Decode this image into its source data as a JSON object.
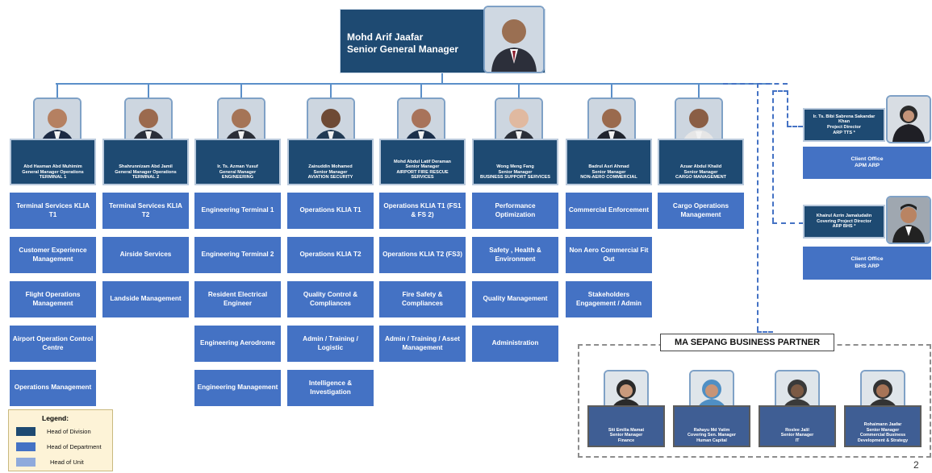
{
  "top": {
    "line1": "Mohd Arif Jaafar",
    "line2": "Senior General Manager"
  },
  "heads": [
    {
      "lines": [
        "Abd Hasman Abd Muhimim",
        "General Manager Operations",
        "TERMINAL 1"
      ]
    },
    {
      "lines": [
        "Shahrunnizam Abd Jamil",
        "General Manager Operations",
        "TERMINAL 2"
      ]
    },
    {
      "lines": [
        "Ir. Ts. Azman Yusuf",
        "General Manager",
        "ENGINEERING"
      ]
    },
    {
      "lines": [
        "Zainuddin Mohamed",
        "Senior Manager",
        "AVIATION SECURITY"
      ]
    },
    {
      "lines": [
        "Mohd Abdul Latif Deraman",
        "Senior Manager",
        "AIRPORT FIRE RESCUE",
        "SERVICES"
      ]
    },
    {
      "lines": [
        "Wong Meng Fang",
        "Senior Manager",
        "BUSINESS SUPPORT SERVICES"
      ]
    },
    {
      "lines": [
        "Badrul Asri Ahmad",
        "Senior Manager",
        "NON-AERO COMMERCIAL"
      ]
    },
    {
      "lines": [
        "Azuar Abdul Khalid",
        "Senior Manager",
        "CARGO MANAGEMENT"
      ]
    }
  ],
  "departments": [
    [
      "Terminal Services KLIA T1",
      "Customer Experience Management",
      "Flight Operations Management",
      "Airport Operation Control Centre",
      "Operations Management"
    ],
    [
      "Terminal Services KLIA  T2",
      "Airside Services",
      "Landside Management"
    ],
    [
      "Engineering Terminal 1",
      "Engineering Terminal 2",
      "Resident Electrical Engineer",
      "Engineering Aerodrome",
      "Engineering Management"
    ],
    [
      "Operations KLIA T1",
      "Operations KLIA T2",
      "Quality Control & Compliances",
      "Admin / Training / Logistic",
      "Intelligence & Investigation"
    ],
    [
      "Operations KLIA T1 (FS1 & FS 2)",
      "Operations KLIA T2 (FS3)",
      "Fire Safety & Compliances",
      "Admin / Training / Asset Management"
    ],
    [
      "Performance Optimization",
      "Safety , Health & Environment",
      "Quality Management",
      "Administration"
    ],
    [
      "Commercial Enforcement",
      "Non Aero Commercial Fit Out",
      "Stakeholders Engagement / Admin"
    ],
    [
      "Cargo Operations Management"
    ]
  ],
  "side": [
    {
      "lines": [
        "Ir. Ts. Bibi Sabrena Sakandar",
        "Khan",
        "Project Director",
        "ARP TTS *"
      ],
      "client": [
        "Client Office",
        "APM ARP"
      ]
    },
    {
      "lines": [
        "Khairul Azrin Jamaludalin",
        "Covering Project Director",
        "ARP BHS *"
      ],
      "client": [
        "Client Office",
        "BHS ARP"
      ]
    }
  ],
  "partner": {
    "title": "MA SEPANG BUSINESS PARTNER",
    "people": [
      {
        "lines": [
          "Siti Emilia Mamat",
          "Senior Manager",
          "Finance"
        ]
      },
      {
        "lines": [
          "Rahayu Md Yatim",
          "Covering Sen. Manager",
          "Human Capital"
        ]
      },
      {
        "lines": [
          "Roslee Jalil",
          "Senior Manager",
          "IT"
        ]
      },
      {
        "lines": [
          "Rohaimann Jaafar",
          "Senior Manager",
          "Commercial Business",
          "Development & Strategy"
        ]
      }
    ]
  },
  "legend": {
    "title": "Legend:",
    "items": [
      {
        "label": "Head of Division",
        "color": "#1e4a72"
      },
      {
        "label": "Head of Department",
        "color": "#4472c4"
      },
      {
        "label": "Head of Unit",
        "color": "#8faadc"
      }
    ]
  },
  "page_number": "2"
}
